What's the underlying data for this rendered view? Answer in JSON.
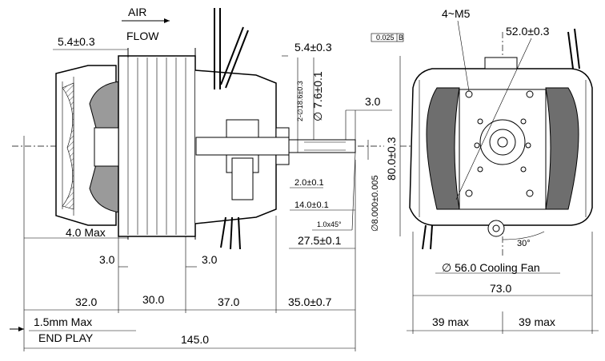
{
  "airflow": {
    "line1": "AIR",
    "line2": "FLOW"
  },
  "side_view": {
    "dims": {
      "d_5_4_left": "5.4±0.3",
      "d_4_0_max": "4.0 Max",
      "d_3_0_a": "3.0",
      "d_3_0_b": "3.0",
      "d_32_0": "32.0",
      "d_30_0": "30.0",
      "d_37_0": "37.0",
      "d_35_0": "35.0±0.7",
      "d_1_5_endplay_1": "1.5mm Max",
      "d_1_5_endplay_2": "END PLAY",
      "d_145_0": "145.0"
    }
  },
  "shaft_detail": {
    "dims": {
      "d_5_4_right": "5.4±0.3",
      "tolerance_box": "0.025",
      "tolerance_ref": "B",
      "d_18_6": "2-∅18.6±0.3",
      "d_7_6": "∅ 7.6±0.1",
      "d_3_0_c": "3.0",
      "d_2_0": "2.0±0.1",
      "d_14_0": "14.0±0.1",
      "d_1x45": "1.0x45°",
      "d_8_000": "∅8.000±0.005",
      "d_27_5": "27.5±0.1"
    }
  },
  "front_view": {
    "dims": {
      "d_4_m5": "4~M5",
      "d_52_0": "52.0±0.3",
      "d_80_0": "80.0±0.3",
      "d_30_deg": "30°",
      "d_56_0_fan": "∅ 56.0 Cooling Fan",
      "d_73_0": "73.0",
      "d_39_max_a": "39 max",
      "d_39_max_b": "39 max"
    }
  }
}
